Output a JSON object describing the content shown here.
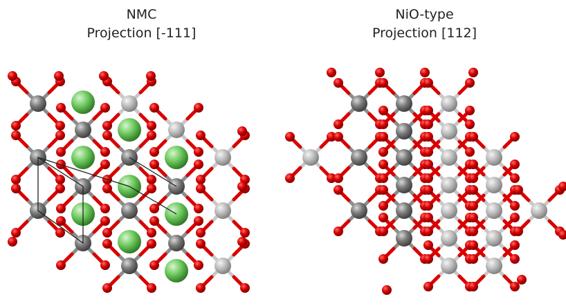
{
  "panels": [
    {
      "title_line1": "NMC",
      "title_line2": "Projection [-111]"
    },
    {
      "title_line1": "NiO-type",
      "title_line2": "Projection [112]"
    }
  ],
  "colors": {
    "oxygen": "#d90000",
    "oxygen_highlight": "#ff6a6a",
    "transition_metal_dark": "#7a7a7a",
    "transition_metal_light": "#bdbdbd",
    "lithium": "#6fc95f",
    "lithium_highlight": "#d6f5cf",
    "unit_cell_outline": "#222222"
  }
}
